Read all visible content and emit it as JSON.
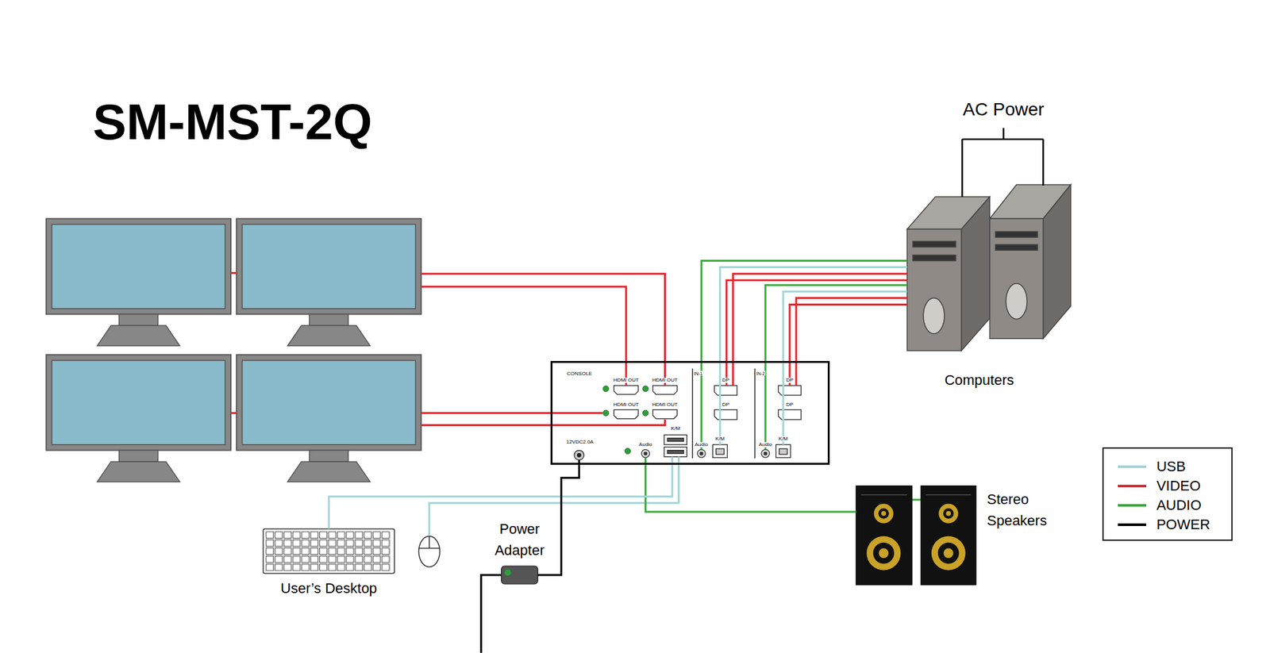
{
  "diagram": {
    "title": "SM-MST-2Q",
    "nodes": [
      {
        "text": [
          "CONSOLE"
        ]
      },
      {
        "text": [
          "Computers"
        ]
      },
      {
        "text": [
          "Stereo Speakers"
        ]
      },
      {
        "text": [
          "Power Adapter"
        ]
      },
      {
        "text": [
          "User’s Desktop"
        ]
      }
    ],
    "edges": [
      {
        "from": 1,
        "to": 0,
        "arrow": "none"
      },
      {
        "from": 1,
        "to": 0,
        "arrow": "none"
      },
      {
        "from": 1,
        "to": 0,
        "arrow": "none"
      },
      {
        "from": 1,
        "to": 0,
        "arrow": "none"
      },
      {
        "from": 1,
        "to": 0,
        "arrow": "none"
      },
      {
        "from": 1,
        "to": 0,
        "arrow": "none"
      },
      {
        "from": 1,
        "to": 0,
        "arrow": "none"
      },
      {
        "from": 1,
        "to": 0,
        "arrow": "none"
      },
      {
        "from": 0,
        "to": 2,
        "arrow": "none"
      },
      {
        "from": 4,
        "to": 0,
        "arrow": "none"
      },
      {
        "from": 3,
        "to": 0,
        "arrow": "none"
      }
    ],
    "labels": [
      "AC Power",
      "IN-1",
      "IN-2",
      "HDMI OUT",
      "HDMI OUT",
      "HDMI OUT",
      "HDMI OUT",
      "DP",
      "DP",
      "DP",
      "DP",
      "12VDC2.0A",
      "Audio",
      "K/M",
      "Audio",
      "K/M",
      "Audio",
      "K/M"
    ],
    "legend": [
      {
        "text": "USB",
        "color": "#9fd6d6"
      },
      {
        "text": "VIDEO",
        "color": "#e8232b"
      },
      {
        "text": "AUDIO",
        "color": "#3aaa3c"
      },
      {
        "text": "POWER",
        "color": "#000000"
      }
    ]
  }
}
